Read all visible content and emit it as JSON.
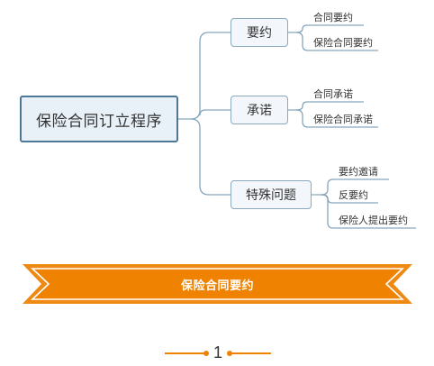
{
  "mindmap": {
    "root": "保险合同订立程序",
    "branches": [
      {
        "label": "要约",
        "leaves": [
          "合同要约",
          "保险合同要约"
        ]
      },
      {
        "label": "承诺",
        "leaves": [
          "合同承诺",
          "保险合同承诺"
        ]
      },
      {
        "label": "特殊问题",
        "leaves": [
          "要约邀请",
          "反要约",
          "保险人提出要约"
        ]
      }
    ]
  },
  "banner": {
    "title": "保险合同要约"
  },
  "section": {
    "number": "1"
  },
  "colors": {
    "accent": "#ef8200",
    "accent-dark": "#e67e00",
    "node-border": "#8aa8be",
    "root-border": "#4e7896",
    "root-fill": "#e8f0f8",
    "node-fill": "#f3f7fb",
    "line": "#86a6bc",
    "text": "#333333"
  }
}
